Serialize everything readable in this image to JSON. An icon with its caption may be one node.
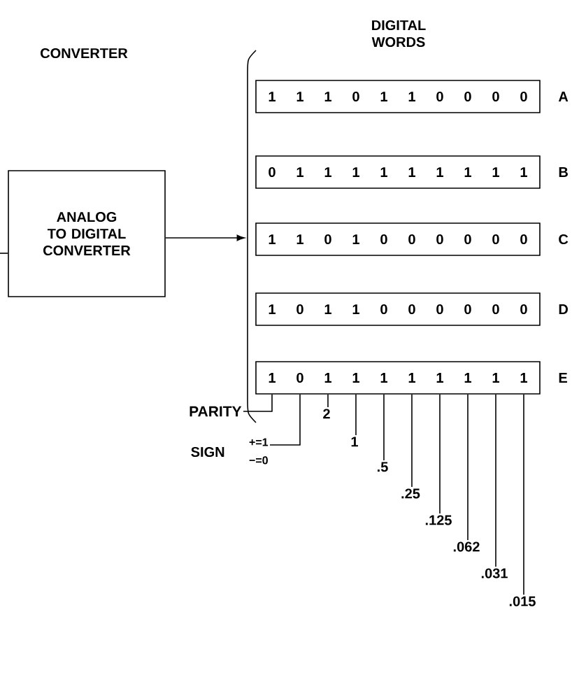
{
  "diagram": {
    "nodes": [
      {
        "text": [
          "ANALOG TO DIGITAL CONVERTER"
        ]
      },
      {
        "text": [
          "1 1 1 0 1 1 0 0 0 0"
        ],
        "beside": [
          "A"
        ]
      },
      {
        "text": [
          "0 1 1 1 1 1 1 1 1 1"
        ],
        "beside": [
          "B"
        ]
      },
      {
        "text": [
          "1 1 0 1 0 0 0 0 0 0"
        ],
        "beside": [
          "C"
        ]
      },
      {
        "text": [
          "1 0 1 1 0 0 0 0 0 0"
        ],
        "beside": [
          "D"
        ]
      },
      {
        "text": [
          "1 0 1 1 1 1 1 1 1 1"
        ],
        "beside": [
          "E"
        ]
      },
      {
        "text": [
          "PARITY"
        ]
      },
      {
        "text": [
          "+=1 −=0"
        ],
        "beside": [
          "SIGN"
        ]
      },
      {
        "text": [
          "2"
        ]
      },
      {
        "text": [
          "1"
        ]
      },
      {
        "text": [
          ".5"
        ]
      },
      {
        "text": [
          ".25"
        ]
      },
      {
        "text": [
          ".125"
        ]
      },
      {
        "text": [
          ".062"
        ]
      },
      {
        "text": [
          ".031"
        ]
      },
      {
        "text": [
          ".015"
        ]
      },
      {
        "text": [],
        "shape": "bracket"
      }
    ],
    "edges": [
      {
        "from": null,
        "to": 0,
        "arrow": "none"
      },
      {
        "from": 0,
        "to": 16,
        "arrow": "to"
      },
      {
        "from": 6,
        "to": 5,
        "arrow": "none"
      },
      {
        "from": 7,
        "to": 5,
        "arrow": "none"
      },
      {
        "from": 8,
        "to": 5,
        "arrow": "none"
      },
      {
        "from": 9,
        "to": 5,
        "arrow": "none"
      },
      {
        "from": 10,
        "to": 5,
        "arrow": "none"
      },
      {
        "from": 11,
        "to": 5,
        "arrow": "none"
      },
      {
        "from": 12,
        "to": 5,
        "arrow": "none"
      },
      {
        "from": 13,
        "to": 5,
        "arrow": "none"
      },
      {
        "from": 14,
        "to": 5,
        "arrow": "none"
      },
      {
        "from": 15,
        "to": 5,
        "arrow": "none"
      }
    ],
    "labels": [
      "CONVERTER",
      "DIGITAL WORDS"
    ]
  }
}
